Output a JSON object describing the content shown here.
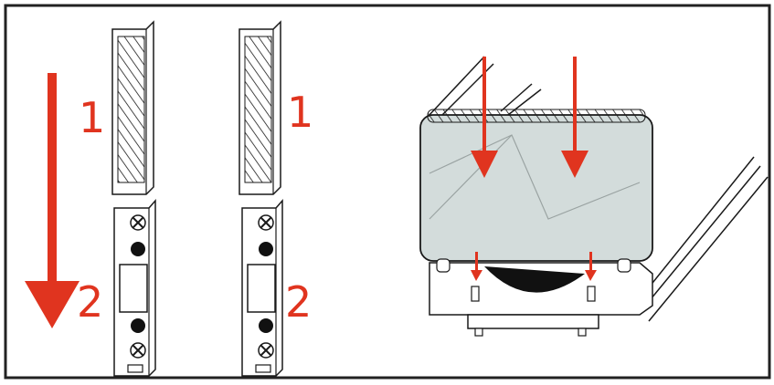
{
  "colors": {
    "arrow": "#e0341f",
    "line": "#1a1a1a",
    "device_fill": "#d3dcdb",
    "frame": "#222222"
  },
  "steps": {
    "left_col": {
      "first": "1",
      "second": "2"
    },
    "right_col": {
      "first": "1",
      "second": "2"
    }
  },
  "icons": [
    "down-arrow-icon",
    "screw-icon",
    "mounting-hole-icon",
    "vent-cover-icon"
  ]
}
